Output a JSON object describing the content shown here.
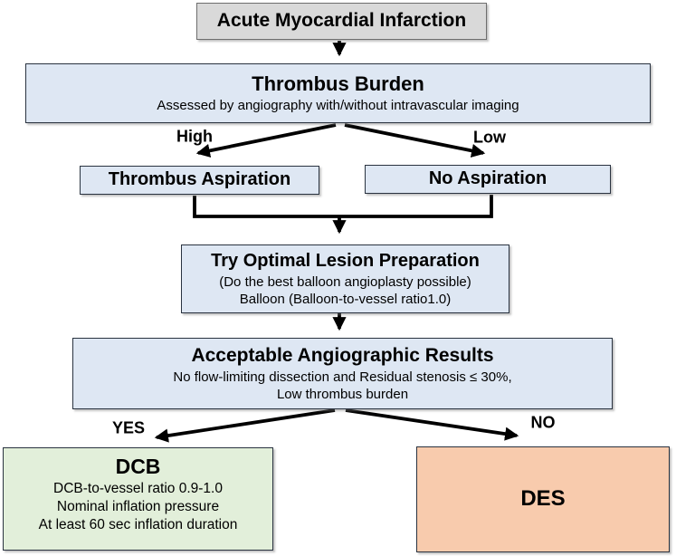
{
  "colors": {
    "box_gray": "#D9D9D9",
    "box_blue": "#DEE7F3",
    "box_green": "#E2EFDA",
    "box_orange": "#F8CBAD",
    "border_gray": "#6E6E6E",
    "border_dark": "#2A3340",
    "arrow": "#000000",
    "text": "#000000"
  },
  "nodes": {
    "ami": {
      "title": "Acute Myocardial Infarction"
    },
    "thrombus_burden": {
      "title": "Thrombus Burden",
      "subtitle": "Assessed by angiography with/without intravascular imaging"
    },
    "thrombus_aspiration": {
      "title": "Thrombus Aspiration"
    },
    "no_aspiration": {
      "title": "No Aspiration"
    },
    "lesion_preparation": {
      "title": "Try Optimal Lesion Preparation",
      "line1": "(Do the best balloon angioplasty possible)",
      "line2": "Balloon (Balloon-to-vessel ratio1.0)"
    },
    "angiographic_results": {
      "title": "Acceptable Angiographic Results",
      "line1": "No flow-limiting dissection and Residual stenosis ≤ 30%,",
      "line2": "Low thrombus burden"
    },
    "dcb": {
      "title": "DCB",
      "line1": "DCB-to-vessel ratio 0.9-1.0",
      "line2": "Nominal inflation pressure",
      "line3": "At least 60 sec inflation duration"
    },
    "des": {
      "title": "DES"
    }
  },
  "edge_labels": {
    "high": "High",
    "low": "Low",
    "yes": "YES",
    "no": "NO"
  }
}
